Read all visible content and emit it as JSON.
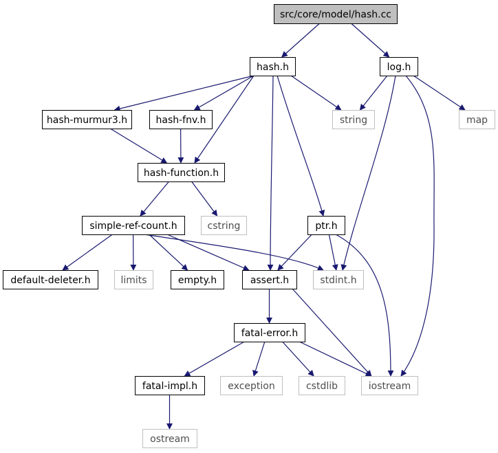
{
  "colors": {
    "edge": "#191970",
    "root_fill": "#bfbfbf",
    "local_border": "#000000",
    "external_border": "#bfbfbf",
    "external_text": "#4d4d4d",
    "text": "#000000"
  },
  "nodes": {
    "root": {
      "label": "src/core/model/hash.cc",
      "kind": "root"
    },
    "hash_h": {
      "label": "hash.h",
      "kind": "local"
    },
    "log_h": {
      "label": "log.h",
      "kind": "local"
    },
    "hash_murmur3_h": {
      "label": "hash-murmur3.h",
      "kind": "local"
    },
    "hash_fnv_h": {
      "label": "hash-fnv.h",
      "kind": "local"
    },
    "string": {
      "label": "string",
      "kind": "external"
    },
    "map": {
      "label": "map",
      "kind": "external"
    },
    "hash_function_h": {
      "label": "hash-function.h",
      "kind": "local"
    },
    "simple_ref_count_h": {
      "label": "simple-ref-count.h",
      "kind": "local"
    },
    "cstring": {
      "label": "cstring",
      "kind": "external"
    },
    "ptr_h": {
      "label": "ptr.h",
      "kind": "local"
    },
    "default_deleter_h": {
      "label": "default-deleter.h",
      "kind": "local"
    },
    "limits": {
      "label": "limits",
      "kind": "external"
    },
    "empty_h": {
      "label": "empty.h",
      "kind": "local"
    },
    "assert_h": {
      "label": "assert.h",
      "kind": "local"
    },
    "stdint_h": {
      "label": "stdint.h",
      "kind": "external"
    },
    "fatal_error_h": {
      "label": "fatal-error.h",
      "kind": "local"
    },
    "fatal_impl_h": {
      "label": "fatal-impl.h",
      "kind": "local"
    },
    "exception": {
      "label": "exception",
      "kind": "external"
    },
    "cstdlib": {
      "label": "cstdlib",
      "kind": "external"
    },
    "iostream": {
      "label": "iostream",
      "kind": "external"
    },
    "ostream": {
      "label": "ostream",
      "kind": "external"
    }
  },
  "edges": [
    [
      "root",
      "hash_h"
    ],
    [
      "root",
      "log_h"
    ],
    [
      "hash_h",
      "hash_murmur3_h"
    ],
    [
      "hash_h",
      "hash_fnv_h"
    ],
    [
      "hash_h",
      "hash_function_h"
    ],
    [
      "hash_h",
      "string"
    ],
    [
      "hash_h",
      "assert_h"
    ],
    [
      "hash_h",
      "ptr_h"
    ],
    [
      "log_h",
      "string"
    ],
    [
      "log_h",
      "map"
    ],
    [
      "log_h",
      "stdint_h"
    ],
    [
      "log_h",
      "iostream"
    ],
    [
      "hash_murmur3_h",
      "hash_function_h"
    ],
    [
      "hash_fnv_h",
      "hash_function_h"
    ],
    [
      "hash_function_h",
      "simple_ref_count_h"
    ],
    [
      "hash_function_h",
      "cstring"
    ],
    [
      "simple_ref_count_h",
      "default_deleter_h"
    ],
    [
      "simple_ref_count_h",
      "limits"
    ],
    [
      "simple_ref_count_h",
      "empty_h"
    ],
    [
      "simple_ref_count_h",
      "assert_h"
    ],
    [
      "simple_ref_count_h",
      "stdint_h"
    ],
    [
      "ptr_h",
      "assert_h"
    ],
    [
      "ptr_h",
      "stdint_h"
    ],
    [
      "ptr_h",
      "iostream"
    ],
    [
      "assert_h",
      "fatal_error_h"
    ],
    [
      "assert_h",
      "iostream"
    ],
    [
      "fatal_error_h",
      "fatal_impl_h"
    ],
    [
      "fatal_error_h",
      "exception"
    ],
    [
      "fatal_error_h",
      "cstdlib"
    ],
    [
      "fatal_error_h",
      "iostream"
    ],
    [
      "fatal_impl_h",
      "ostream"
    ]
  ]
}
